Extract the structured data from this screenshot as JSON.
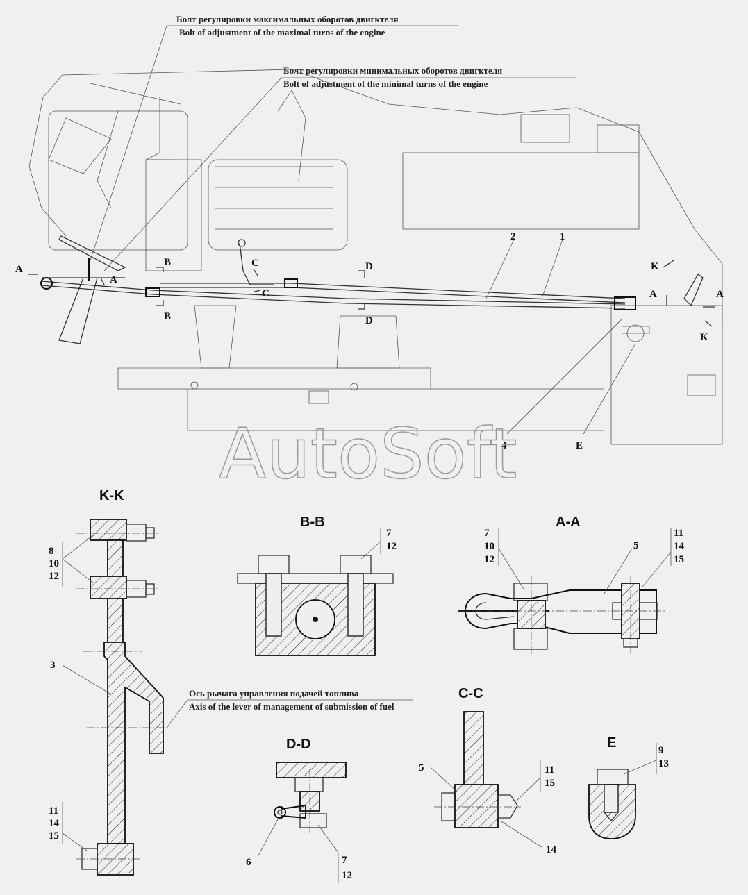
{
  "callouts": {
    "max_bolt_ru": "Болт регулировки максимальных оборотов двигктеля",
    "max_bolt_en": "Bolt of adjustment of the maximal turns of the engine",
    "min_bolt_ru": "Болт регулировки минимальных оборотов двигктеля",
    "min_bolt_en": "Bolt of adjustment of the minimal turns of the engine",
    "axis_ru": "Ось рычага управления подачей топлива",
    "axis_en": "Axis of the lever of management of submission of fuel"
  },
  "watermark": "AutoSoft",
  "sections": {
    "kk": "K-K",
    "bb": "B-B",
    "aa": "A-A",
    "dd": "D-D",
    "cc": "C-C",
    "e": "E"
  },
  "main_labels": {
    "A": "A",
    "B": "B",
    "C": "C",
    "D": "D",
    "K": "K",
    "E": "E",
    "n1": "1",
    "n2": "2",
    "n4": "4"
  },
  "kk_labels": {
    "a": "8",
    "b": "10",
    "c": "12",
    "d": "3",
    "e": "11",
    "f": "14",
    "g": "15"
  },
  "bb_labels": {
    "a": "7",
    "b": "12"
  },
  "aa_labels": {
    "a": "7",
    "b": "10",
    "c": "12",
    "d": "5",
    "e": "11",
    "f": "14",
    "g": "15"
  },
  "dd_labels": {
    "a": "6",
    "b": "7",
    "c": "12"
  },
  "cc_labels": {
    "a": "5",
    "b": "11",
    "c": "15",
    "d": "14"
  },
  "e_labels": {
    "a": "9",
    "b": "13"
  }
}
